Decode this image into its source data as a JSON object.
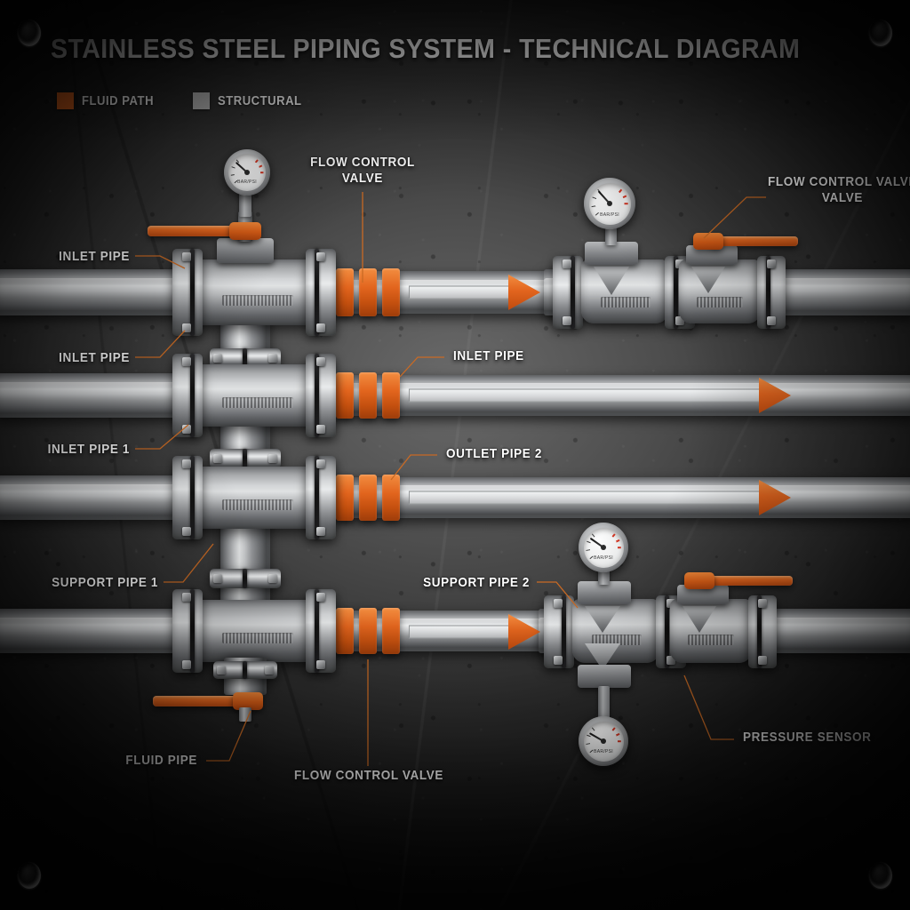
{
  "header": {
    "title": "STAINLESS STEEL PIPING SYSTEM - TECHNICAL DIAGRAM",
    "legend": [
      {
        "label": "FLUID PATH",
        "color": "#E2651E"
      },
      {
        "label": "STRUCTURAL",
        "color": "#A8A8A8"
      }
    ]
  },
  "theme": {
    "accent": "#E2651E",
    "leader_color": "#C96A24",
    "metal_light": "#EEF0F1",
    "metal_mid": "#9A9C9E",
    "metal_dark": "#4C4E50",
    "panel_bg": "#3A3A3A",
    "label_color": "#FFFFFF"
  },
  "annotations": [
    {
      "id": "inlet-pipe-top",
      "text": "INLET PIPE",
      "align": "right"
    },
    {
      "id": "inlet-pipe-second",
      "text": "INLET PIPE",
      "align": "right"
    },
    {
      "id": "inlet-pipe-1",
      "text": "INLET PIPE 1",
      "align": "right"
    },
    {
      "id": "support-pipe-1",
      "text": "SUPPORT PIPE 1",
      "align": "right"
    },
    {
      "id": "flow-control-valve-top",
      "text": "FLOW CONTROL\nVALVE",
      "align": "center"
    },
    {
      "id": "flow-control-valve-right",
      "text": "FLOW CONTROL VALVE\nVALVE",
      "align": "center"
    },
    {
      "id": "inlet-pipe-mid",
      "text": "INLET PIPE",
      "align": "left"
    },
    {
      "id": "outlet-pipe-2",
      "text": "OUTLET PIPE 2",
      "align": "left"
    },
    {
      "id": "support-pipe-2",
      "text": "SUPPORT PIPE 2",
      "align": "right"
    },
    {
      "id": "fluid-pipe",
      "text": "FLUID PIPE",
      "align": "right"
    },
    {
      "id": "flow-control-valve-bottom",
      "text": "FLOW CONTROL VALVE",
      "align": "center"
    },
    {
      "id": "pressure-sensor",
      "text": "PRESSURE SENSOR",
      "align": "left"
    }
  ],
  "gauges": [
    {
      "id": "gauge-top-left",
      "face_label": "BAR/PSI",
      "needle_deg": 312
    },
    {
      "id": "gauge-top-right",
      "face_label": "BAR/PSI",
      "needle_deg": 318
    },
    {
      "id": "gauge-bottom-upper",
      "face_label": "BAR/PSI",
      "needle_deg": 305
    },
    {
      "id": "gauge-bottom-lower",
      "face_label": "BAR/PSI",
      "needle_deg": 300
    }
  ],
  "pipe_runs": [
    {
      "id": "pipe-run-1",
      "label": "INLET PIPE",
      "flow": "right"
    },
    {
      "id": "pipe-run-2",
      "label": "INLET PIPE 1",
      "flow": "right"
    },
    {
      "id": "pipe-run-3",
      "label": "OUTLET PIPE 2",
      "flow": "right"
    },
    {
      "id": "pipe-run-4",
      "label": "SUPPORT PIPE 2",
      "flow": "right"
    }
  ]
}
